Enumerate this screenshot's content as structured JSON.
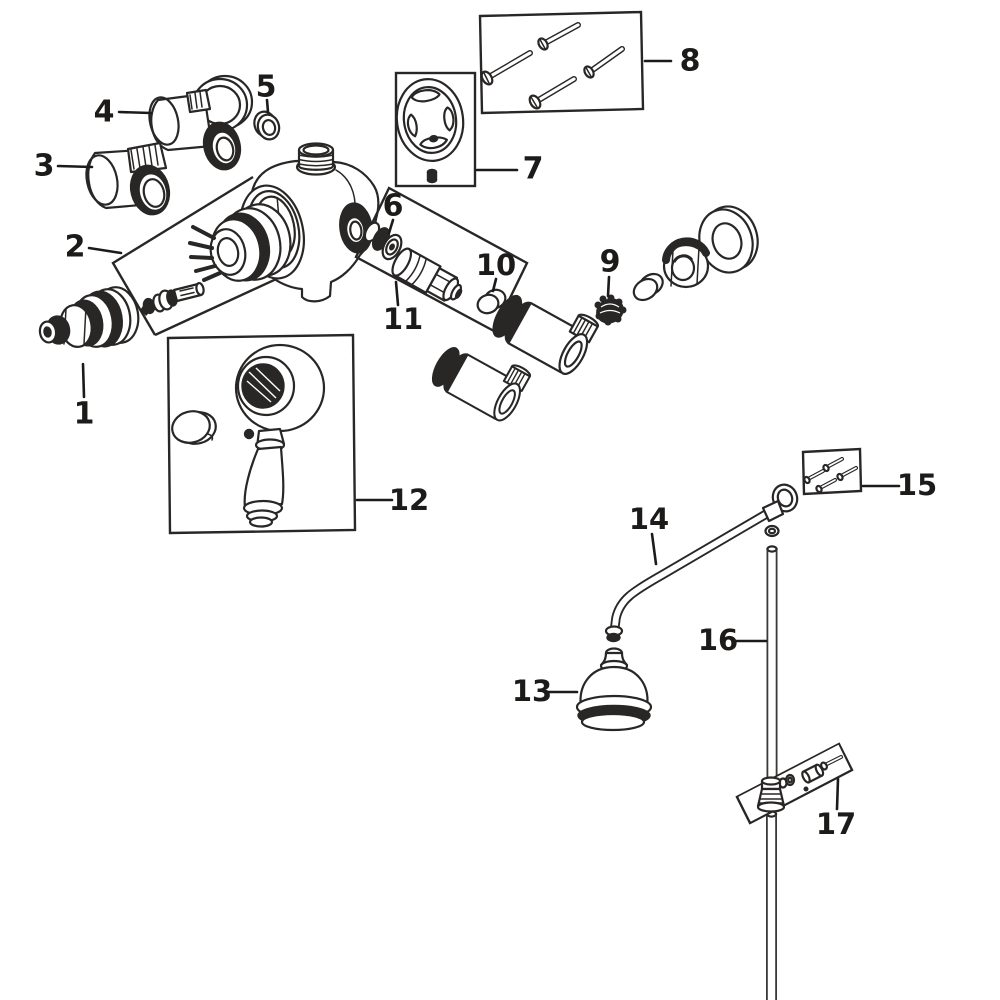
{
  "diagram": {
    "kind": "exploded-parts-diagram",
    "colors": {
      "background": "#ffffff",
      "line": "#292726",
      "label": "#1c1b1a"
    },
    "callouts": [
      {
        "label": "1"
      },
      {
        "label": "2"
      },
      {
        "label": "3"
      },
      {
        "label": "4"
      },
      {
        "label": "5"
      },
      {
        "label": "6"
      },
      {
        "label": "7"
      },
      {
        "label": "8"
      },
      {
        "label": "9"
      },
      {
        "label": "10"
      },
      {
        "label": "11"
      },
      {
        "label": "12"
      },
      {
        "label": "13"
      },
      {
        "label": "14"
      },
      {
        "label": "15"
      },
      {
        "label": "16"
      },
      {
        "label": "17"
      }
    ]
  }
}
